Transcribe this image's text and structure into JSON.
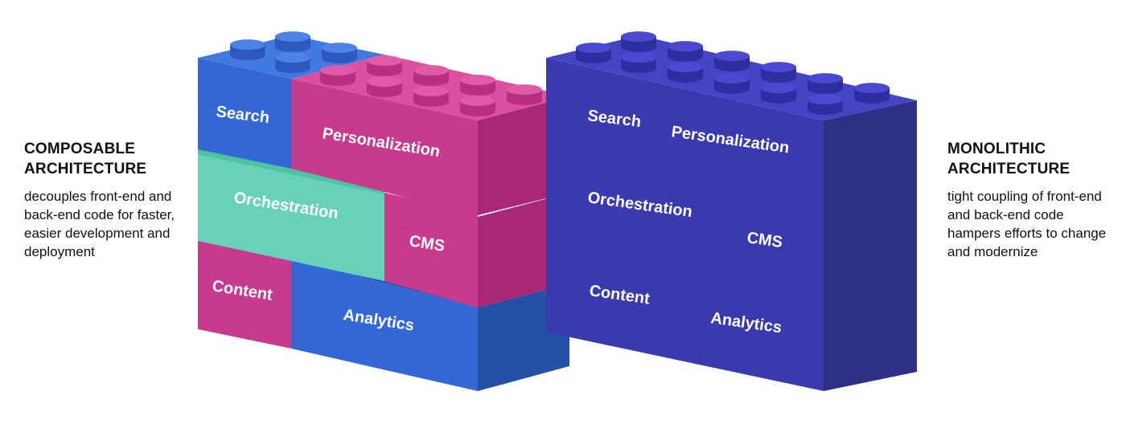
{
  "composable": {
    "title_line1": "COMPOSABLE",
    "title_line2": "ARCHITECTURE",
    "description": "decouples front-end and back-end code for faster, easier development and deployment",
    "blocks": {
      "search": "Search",
      "personalization": "Personalization",
      "orchestration": "Orchestration",
      "cms": "CMS",
      "content": "Content",
      "analytics": "Analytics"
    }
  },
  "monolithic": {
    "title_line1": "MONOLITHIC",
    "title_line2": "ARCHITECTURE",
    "description": "tight coupling of front-end and back-end code hampers efforts to change and modernize",
    "labels": {
      "search": "Search",
      "personalization": "Personalization",
      "orchestration": "Orchestration",
      "cms": "CMS",
      "content": "Content",
      "analytics": "Analytics"
    }
  },
  "colors": {
    "blue": "#3467d6",
    "magenta": "#cc3b91",
    "teal": "#66d1b9",
    "monolith": "#3a3ab0"
  }
}
